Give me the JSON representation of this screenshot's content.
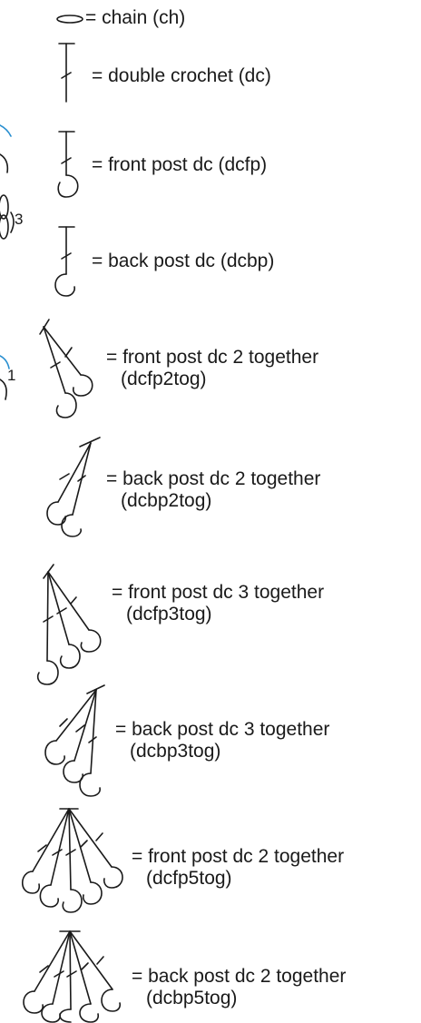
{
  "legend": [
    {
      "symbol": "chain-oval",
      "label": "= chain (ch)"
    },
    {
      "symbol": "double-crochet",
      "label": "= double crochet (dc)"
    },
    {
      "symbol": "front-post-dc",
      "label": "= front post dc (dcfp)"
    },
    {
      "symbol": "back-post-dc",
      "label": "= back post dc (dcbp)"
    },
    {
      "symbol": "front-post-dc-2tog",
      "label": "= front post dc 2 together",
      "label2": "(dcfp2tog)"
    },
    {
      "symbol": "back-post-dc-2tog",
      "label": "= back post dc 2 together",
      "label2": "(dcbp2tog)"
    },
    {
      "symbol": "front-post-dc-3tog",
      "label": "= front post dc 3 together",
      "label2": "(dcfp3tog)"
    },
    {
      "symbol": "back-post-dc-3tog",
      "label": "= back post dc 3 together",
      "label2": "(dcbp3tog)"
    },
    {
      "symbol": "front-post-dc-5tog",
      "label": "= front post dc 2 together",
      "label2": "(dcfp5tog)"
    },
    {
      "symbol": "back-post-dc-5tog",
      "label": "= back post dc 2 together",
      "label2": "(dcbp5tog)"
    }
  ],
  "chart_fragment": {
    "row_numbers": [
      "3",
      "1"
    ],
    "line_color": "#2a8fd0"
  }
}
